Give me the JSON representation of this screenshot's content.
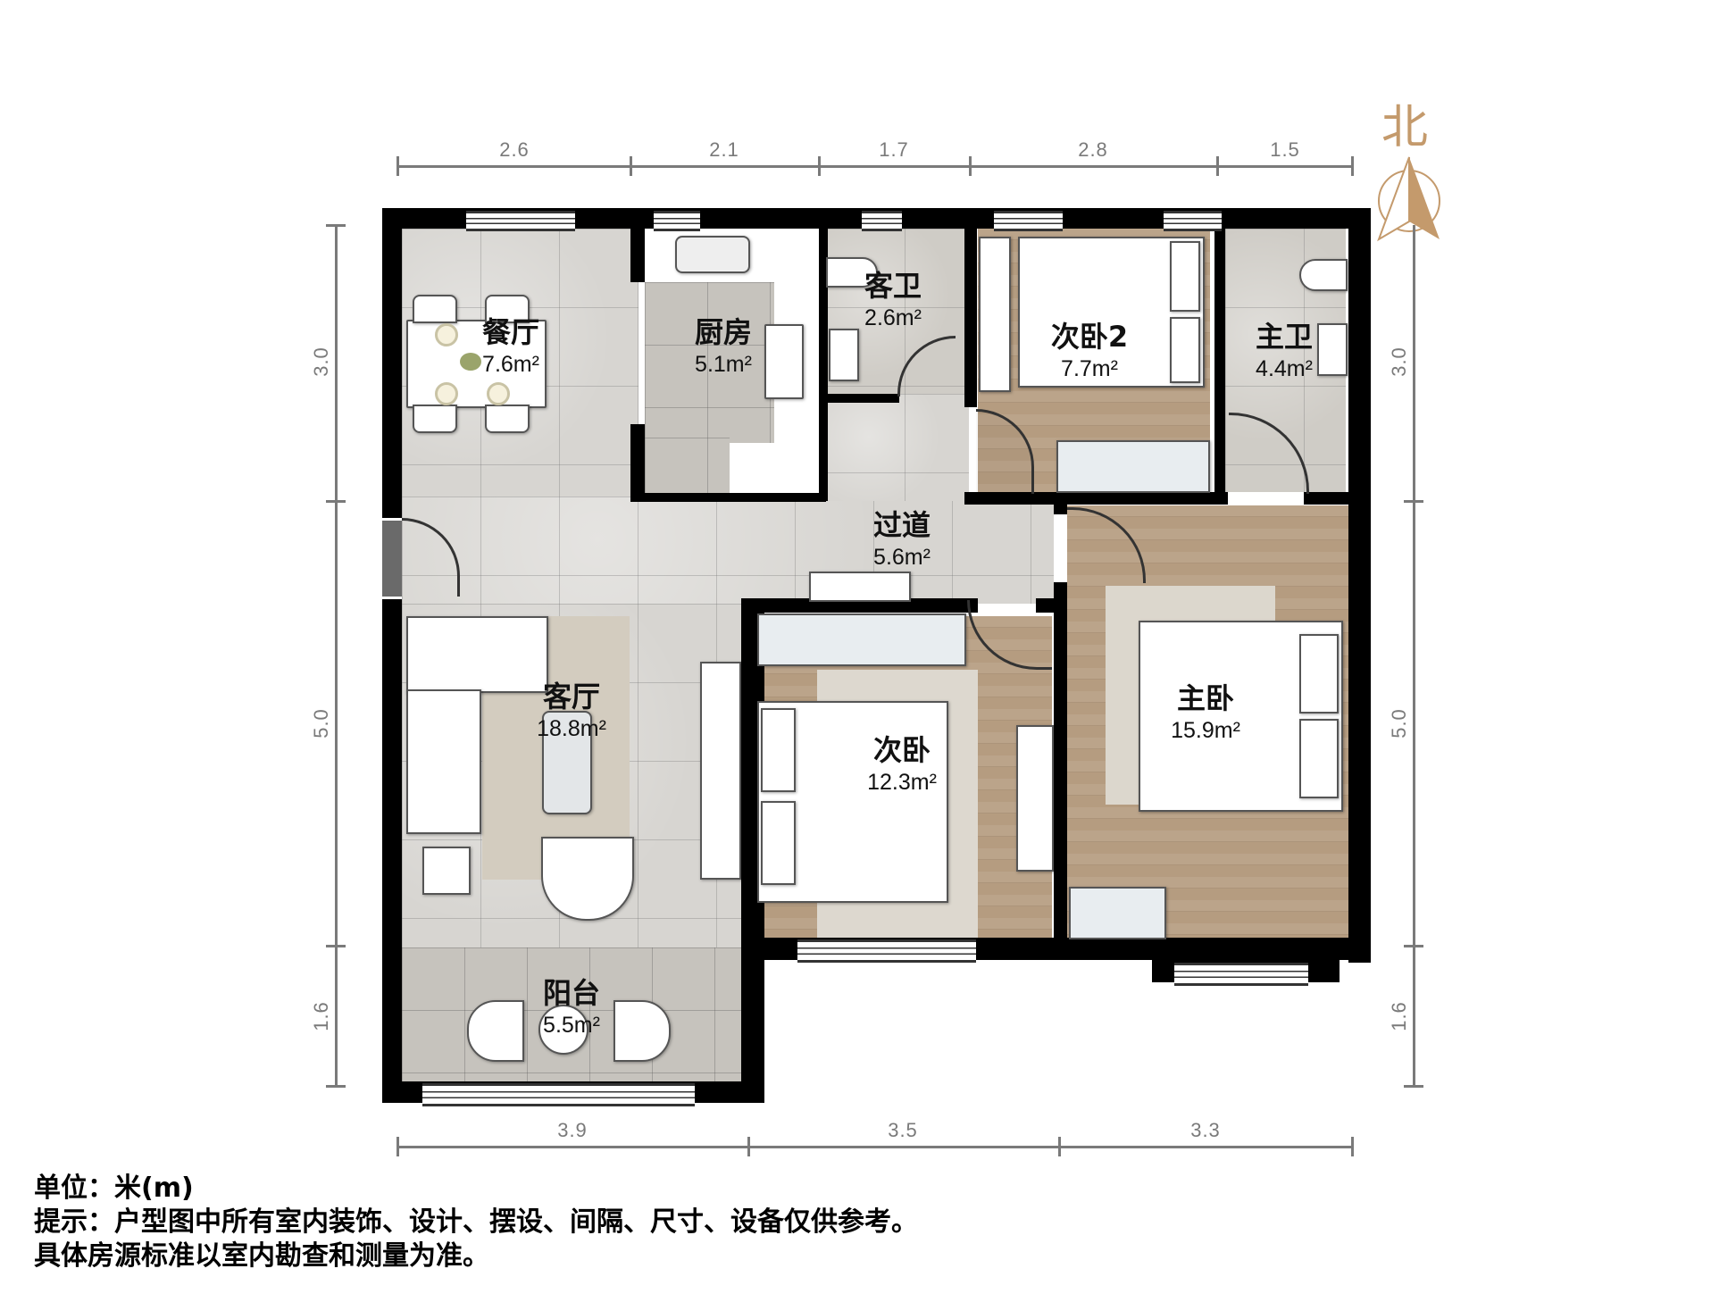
{
  "compass": {
    "label": "北",
    "accent_color": "#c49a6c"
  },
  "dimensions": {
    "top": [
      "2.6",
      "2.1",
      "1.7",
      "2.8",
      "1.5"
    ],
    "bottom": [
      "3.9",
      "3.5",
      "3.3"
    ],
    "left": [
      "3.0",
      "5.0",
      "1.6"
    ],
    "right": [
      "3.0",
      "5.0",
      "1.6"
    ]
  },
  "rooms": {
    "dining": {
      "name": "餐厅",
      "area": "7.6m²"
    },
    "kitchen": {
      "name": "厨房",
      "area": "5.1m²"
    },
    "guest_bath": {
      "name": "客卫",
      "area": "2.6m²"
    },
    "second_bedroom_2": {
      "name": "次卧2",
      "area": "7.7m²"
    },
    "master_bath": {
      "name": "主卫",
      "area": "4.4m²"
    },
    "corridor": {
      "name": "过道",
      "area": "5.6m²"
    },
    "living": {
      "name": "客厅",
      "area": "18.8m²"
    },
    "second_bedroom": {
      "name": "次卧",
      "area": "12.3m²"
    },
    "master_bedroom": {
      "name": "主卧",
      "area": "15.9m²"
    },
    "balcony": {
      "name": "阳台",
      "area": "5.5m²"
    }
  },
  "notes": {
    "unit": "单位：米(m)",
    "hint": "提示：户型图中所有室内装饰、设计、摆设、间隔、尺寸、设备仅供参考。",
    "disclaimer": "具体房源标准以室内勘查和测量为准。"
  },
  "colors": {
    "wall": "#000000",
    "tile": "#d7d5d1",
    "wood": "#b59c80",
    "dimension_line": "#7a7a7a"
  }
}
